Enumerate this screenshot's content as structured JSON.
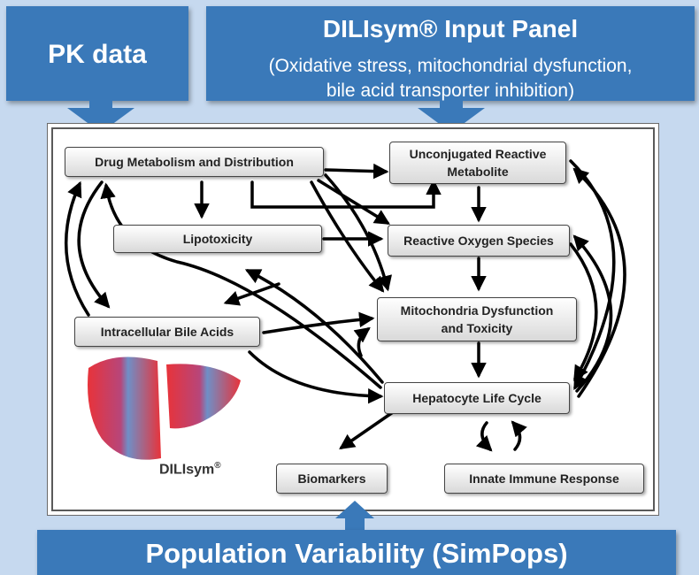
{
  "top_boxes": {
    "pk_data": "PK data",
    "input_panel_title": "DILIsym® Input Panel",
    "input_panel_subtitle_line1": "(Oxidative stress, mitochondrial dysfunction,",
    "input_panel_subtitle_line2": "bile acid transporter inhibition)"
  },
  "bottom_box": {
    "population_variability": "Population Variability (SimPops)"
  },
  "nodes": {
    "drug_metabolism": "Drug Metabolism and Distribution",
    "unconjugated_line1": "Unconjugated Reactive",
    "unconjugated_line2": "Metabolite",
    "lipotoxicity": "Lipotoxicity",
    "ros": "Reactive Oxygen Species",
    "mito_line1": "Mitochondria Dysfunction",
    "mito_line2": "and Toxicity",
    "bile_acids": "Intracellular Bile Acids",
    "hepatocyte": "Hepatocyte Life Cycle",
    "biomarkers": "Biomarkers",
    "innate_immune": "Innate Immune Response"
  },
  "brand": {
    "name": "DILIsym",
    "mark": "®"
  },
  "colors": {
    "panel_blue": "#3a79b9",
    "background": "#c6d9ef",
    "liver_left": "#e8333a",
    "liver_right": "#6f8fc7"
  }
}
